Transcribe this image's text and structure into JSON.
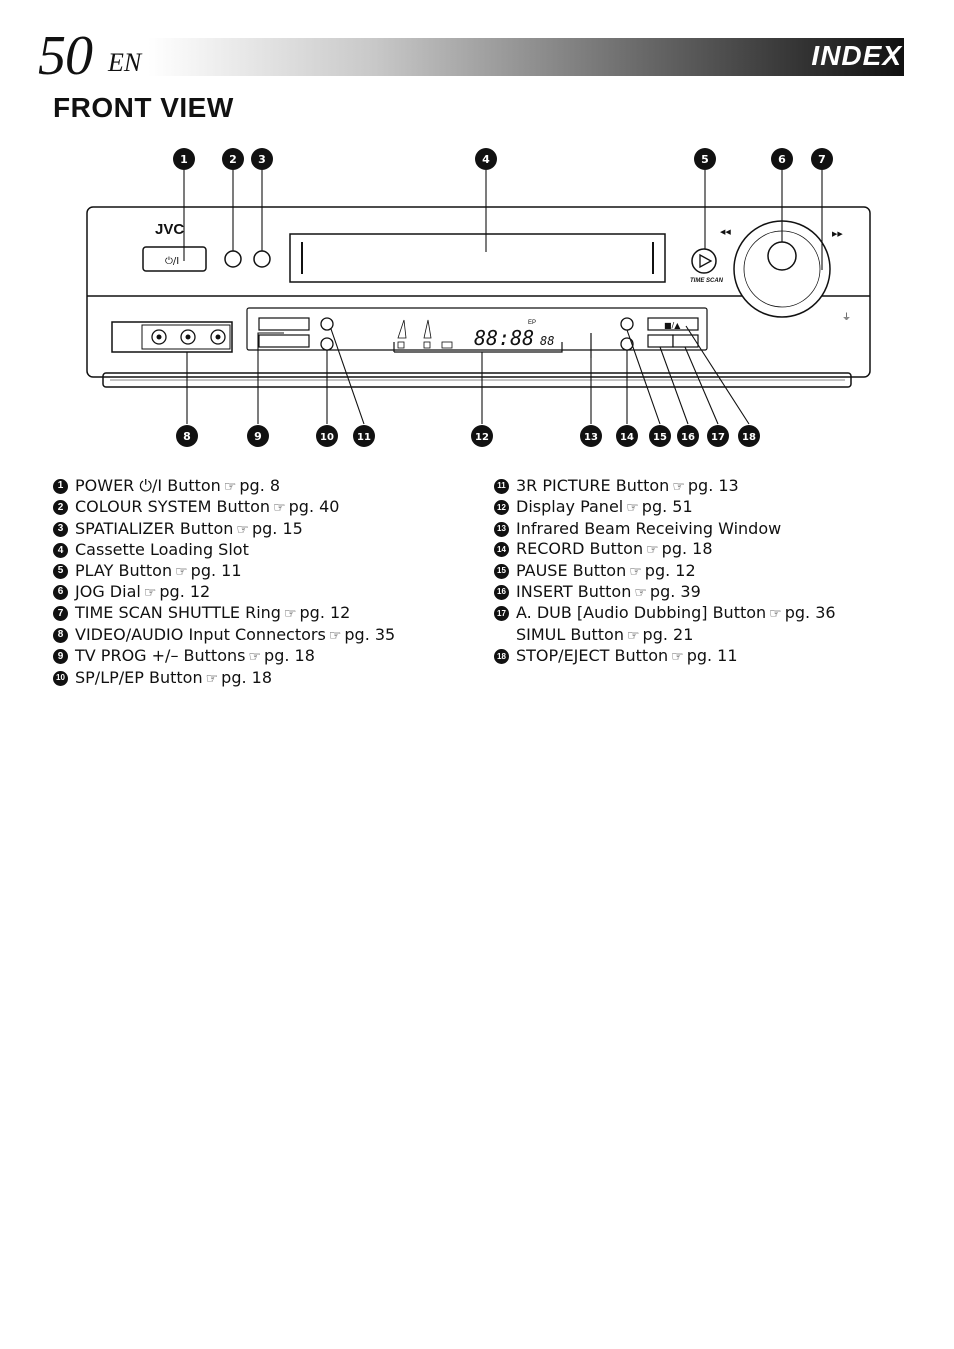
{
  "header": {
    "page_number": "50",
    "language": "EN",
    "section": "INDEX"
  },
  "title": "FRONT VIEW",
  "device": {
    "brand": "JVC",
    "power_label": "⏻/I",
    "time_scan_label": "TIME SCAN",
    "display_digits": "88:88",
    "display_small": "88",
    "display_sp": "EP"
  },
  "callouts": [
    "1",
    "2",
    "3",
    "4",
    "5",
    "6",
    "7",
    "8",
    "9",
    "10",
    "11",
    "12",
    "13",
    "14",
    "15",
    "16",
    "17",
    "18"
  ],
  "legend_left": [
    {
      "num": "1",
      "text": "POWER ⏻/I Button",
      "ref": "pg. 8"
    },
    {
      "num": "2",
      "text": "COLOUR SYSTEM Button",
      "ref": "pg. 40"
    },
    {
      "num": "3",
      "text": "SPATIALIZER Button",
      "ref": "pg. 15"
    },
    {
      "num": "4",
      "text": "Cassette Loading Slot",
      "ref": ""
    },
    {
      "num": "5",
      "text": "PLAY Button",
      "ref": "pg. 11"
    },
    {
      "num": "6",
      "text": "JOG Dial",
      "ref": "pg. 12"
    },
    {
      "num": "7",
      "text": "TIME SCAN SHUTTLE Ring",
      "ref": "pg. 12"
    },
    {
      "num": "8",
      "text": "VIDEO/AUDIO Input Connectors",
      "ref": "pg. 35"
    },
    {
      "num": "9",
      "text": "TV PROG +/– Buttons",
      "ref": "pg. 18"
    },
    {
      "num": "10",
      "text": "SP/LP/EP Button",
      "ref": "pg. 18"
    }
  ],
  "legend_right": [
    {
      "num": "11",
      "text": "3R PICTURE Button",
      "ref": "pg. 13"
    },
    {
      "num": "12",
      "text": "Display Panel",
      "ref": "pg. 51"
    },
    {
      "num": "13",
      "text": "Infrared Beam Receiving Window",
      "ref": ""
    },
    {
      "num": "14",
      "text": "RECORD Button",
      "ref": "pg. 18"
    },
    {
      "num": "15",
      "text": "PAUSE Button",
      "ref": "pg. 12"
    },
    {
      "num": "16",
      "text": "INSERT Button",
      "ref": "pg. 39"
    },
    {
      "num": "17",
      "text": "A. DUB [Audio Dubbing] Button",
      "ref": "pg. 36",
      "cont_text": "SIMUL Button",
      "cont_ref": "pg. 21"
    },
    {
      "num": "18",
      "text": "STOP/EJECT Button",
      "ref": "pg. 11"
    }
  ],
  "ref_icon": "☞"
}
